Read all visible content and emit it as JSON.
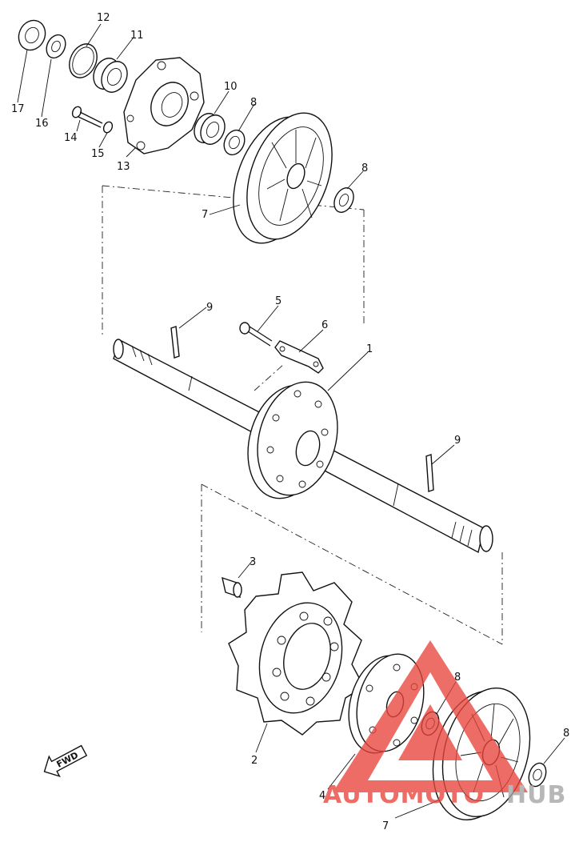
{
  "callouts": {
    "c17": "17",
    "c16": "16",
    "c12": "12",
    "c11": "11",
    "c13": "13",
    "c14": "14",
    "c15": "15",
    "c10": "10",
    "c8a": "8",
    "c8b": "8",
    "c7a": "7",
    "c9a": "9",
    "c5": "5",
    "c6": "6",
    "c1": "1",
    "c9b": "9",
    "c3": "3",
    "c2": "2",
    "c4": "4",
    "c8c": "8",
    "c8d": "8",
    "c7b": "7"
  },
  "fwd_label": "FWD",
  "watermark": {
    "text_left": "AUTOMOTO",
    "text_right": "HUB",
    "color_primary": "#e8453c",
    "color_secondary": "#a3a3a3"
  }
}
